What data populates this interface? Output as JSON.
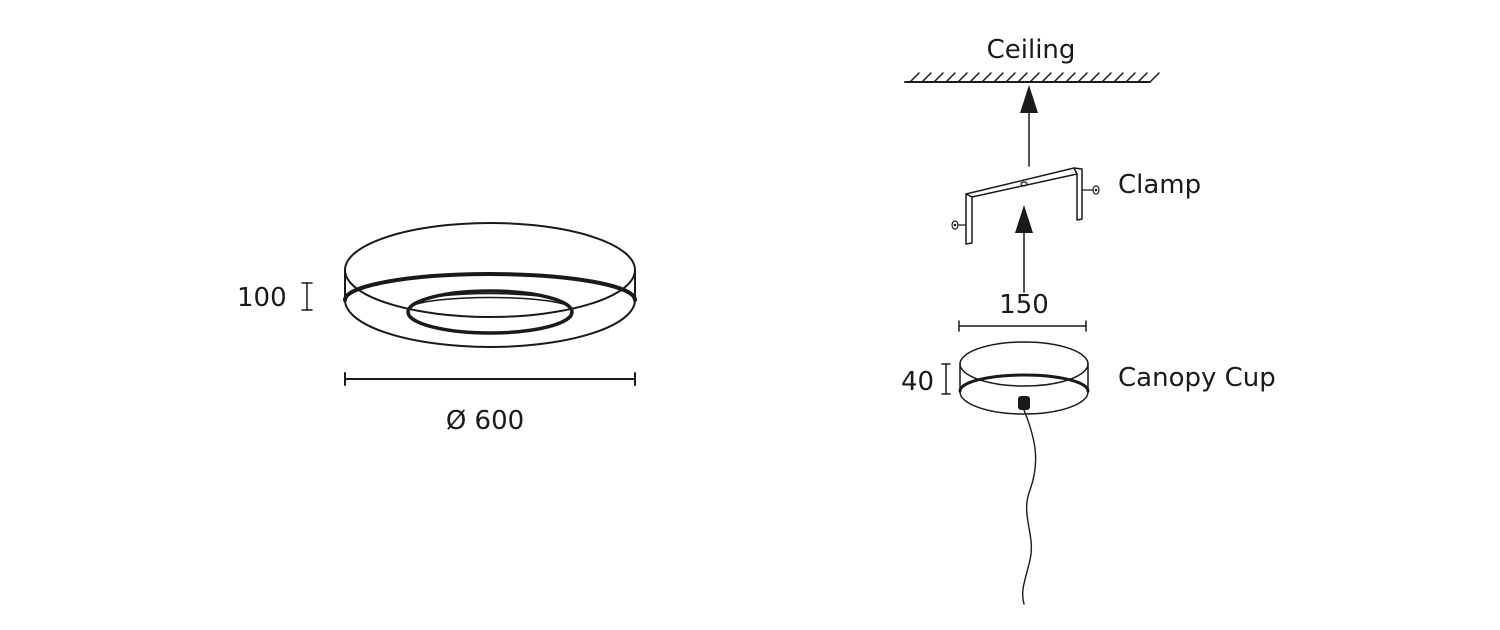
{
  "lamp": {
    "height_label": "100",
    "diameter_label": "Ø 600"
  },
  "mounting": {
    "ceiling_label": "Ceiling",
    "clamp_label": "Clamp",
    "clamp_width_label": "150",
    "canopy_height_label": "40",
    "canopy_label": "Canopy Cup"
  },
  "colors": {
    "line": "#1a1a1a",
    "background": "#ffffff"
  }
}
